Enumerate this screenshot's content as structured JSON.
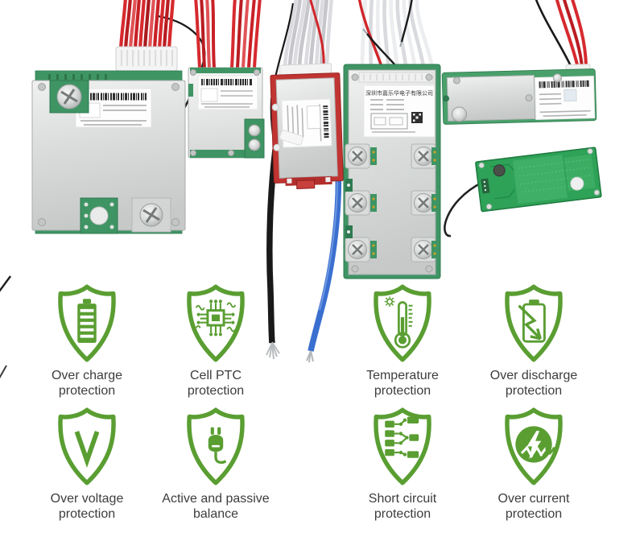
{
  "page": {
    "background": "#ffffff",
    "accent_green": "#5a9e32",
    "text_color": "#3d3d3d"
  },
  "collage": {
    "description": "Six BMS protection circuit boards with wire harnesses",
    "boards": [
      {
        "name": "large-square-bms-board",
        "wires": "red harness, black sense wire"
      },
      {
        "name": "medium-bms-board",
        "wires": "two red bundles"
      },
      {
        "name": "narrow-red-edge-bms-board",
        "wires": "grey ribbon, black and blue power cables"
      },
      {
        "name": "tall-bms-board-six-terminals",
        "wires": "white harness, red and black wires",
        "label_title": "深圳市嘉乐华电子有限公司"
      },
      {
        "name": "long-horizontal-bms-board",
        "wires": "red and black wires"
      },
      {
        "name": "bare-green-pcb-board",
        "wires": "black wire"
      }
    ]
  },
  "features": [
    {
      "icon": "battery",
      "line1": "Over charge",
      "line2": "protection"
    },
    {
      "icon": "pcb-chip",
      "line1": "Cell PTC",
      "line2": "protection"
    },
    {
      "icon": "thermometer",
      "line1": "Temperature",
      "line2": "protection"
    },
    {
      "icon": "discharge-arrow-battery",
      "line1": "Over discharge",
      "line2": "protection"
    },
    {
      "icon": "voltage-v",
      "line1": "Over voltage",
      "line2": "protection"
    },
    {
      "icon": "power-plug",
      "line1": "Active and passive",
      "line2": "balance"
    },
    {
      "icon": "circuit-traces",
      "line1": "Short circuit",
      "line2": "protection"
    },
    {
      "icon": "lightning-circle",
      "line1": "Over current",
      "line2": "protection"
    }
  ]
}
